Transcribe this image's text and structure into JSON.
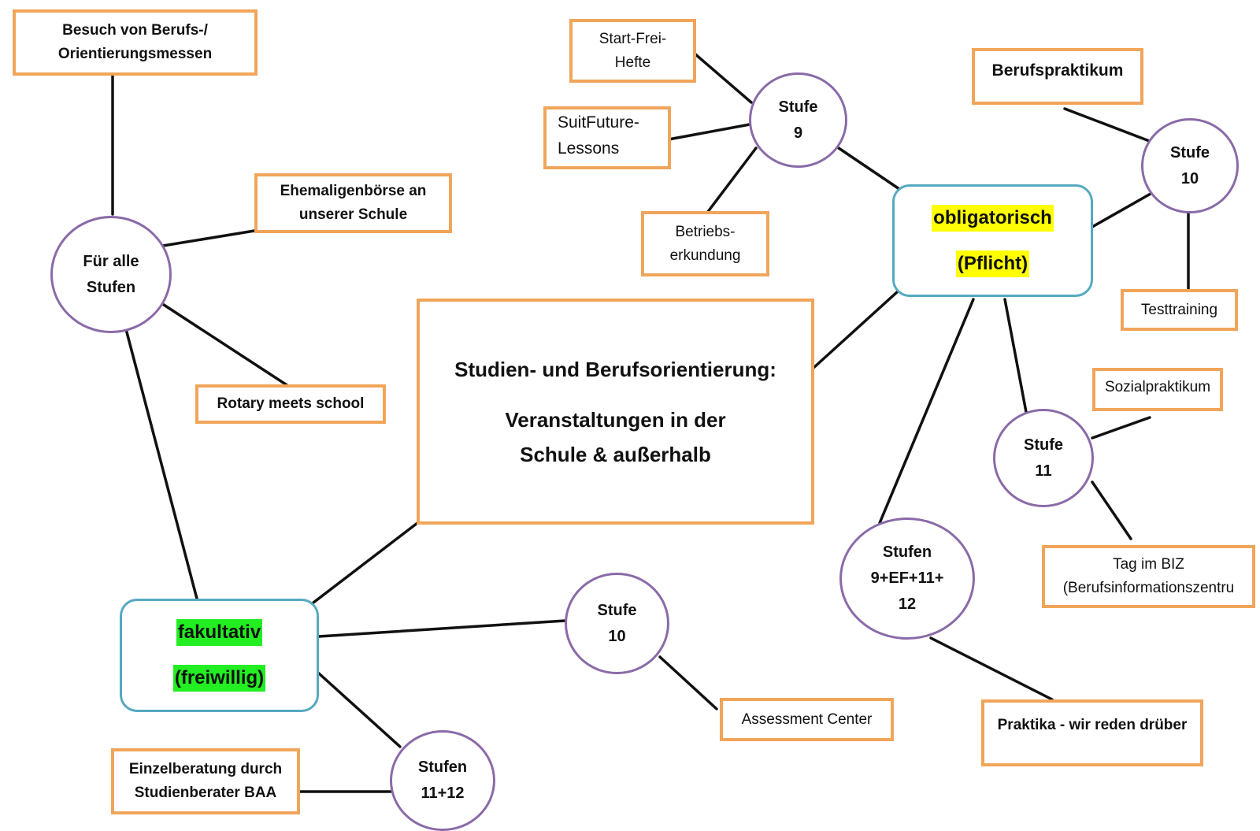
{
  "colors": {
    "box_border": "#f0a55a",
    "circle_border": "#8a6aa8",
    "hub_border": "#56a9c1",
    "highlight_mandatory": "#ffff00",
    "highlight_optional": "#22ee22",
    "connector": "#111111"
  },
  "center": {
    "title": "Studien- und Berufsorientierung:",
    "line2": "Veranstaltungen in der",
    "line3": "Schule & außerhalb"
  },
  "hubs": {
    "mandatory": {
      "line1": "obligatorisch",
      "line2": "(Pflicht)"
    },
    "optional": {
      "line1": "fakultativ",
      "line2": "(freiwillig)"
    }
  },
  "circles": {
    "all_levels": {
      "line1": "Für alle",
      "line2": "Stufen"
    },
    "stufe9": {
      "line1": "Stufe",
      "line2": "9"
    },
    "stufe10_mandatory": {
      "line1": "Stufe",
      "line2": "10"
    },
    "stufe11": {
      "line1": "Stufe",
      "line2": "11"
    },
    "stufen_9_ef_11_12": {
      "line1": "Stufen",
      "line2": "9+EF+11+",
      "line3": "12"
    },
    "stufe10_optional": {
      "line1": "Stufe",
      "line2": "10"
    },
    "stufen_11_12": {
      "line1": "Stufen",
      "line2": "11+12"
    }
  },
  "boxes": {
    "fairs": {
      "line1": "Besuch von Berufs-/",
      "line2": "Orientierungsmessen"
    },
    "alumni": {
      "line1": "Ehemaligenbörse an",
      "line2": "unserer Schule"
    },
    "rotary": {
      "line1": "Rotary meets school"
    },
    "start_frei": {
      "line1": "Start-Frei-",
      "line2": "Hefte"
    },
    "suitfuture": {
      "line1": "SuitFuture-",
      "line2": "Lessons"
    },
    "betriebs": {
      "line1": "Betriebs-",
      "line2": "erkundung"
    },
    "berufspraktikum": {
      "line1": "Berufspraktikum"
    },
    "testtraining": {
      "line1": "Testtraining"
    },
    "sozialpraktikum": {
      "line1": "Sozialpraktikum"
    },
    "biz": {
      "line1": "Tag im BIZ",
      "line2": "(Berufsinformationszentru"
    },
    "praktika": {
      "line1": "Praktika - wir reden drüber"
    },
    "assessment": {
      "line1": "Assessment Center"
    },
    "einzelberatung": {
      "line1": "Einzelberatung durch",
      "line2": "Studienberater BAA"
    }
  }
}
